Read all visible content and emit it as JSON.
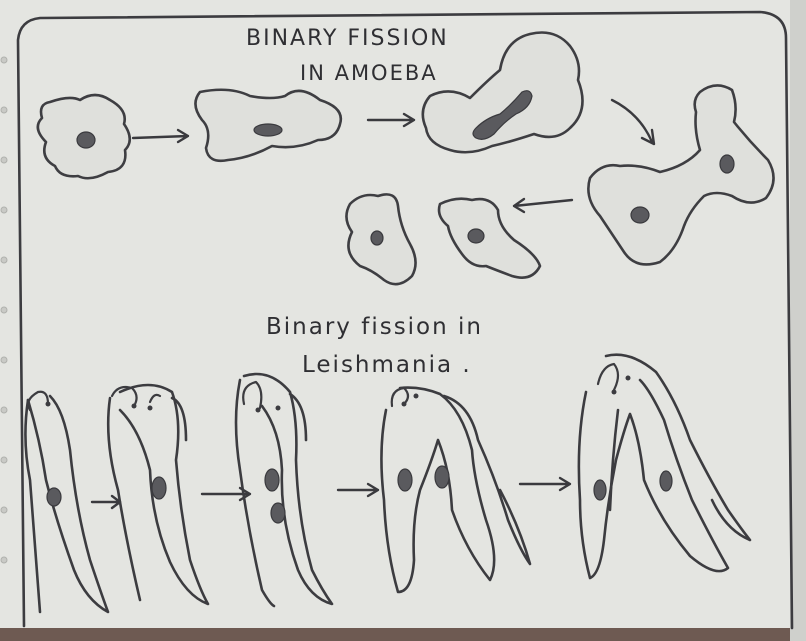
{
  "diagram": {
    "amoeba_section": {
      "title_line1": "BINARY FISSION",
      "title_line2": "IN AMOEBA",
      "stages": [
        "amoeba-cell",
        "elongated-cell",
        "dividing-nucleus-cell",
        "constricting-cell",
        "daughter-cells"
      ]
    },
    "leishmania_section": {
      "title_line1": "Binary fission in",
      "title_line2": "Leishmania .",
      "stages": [
        "leishmania-cell",
        "flagella-doubling",
        "nucleus-dividing",
        "longitudinal-split",
        "daughter-cells"
      ]
    }
  }
}
